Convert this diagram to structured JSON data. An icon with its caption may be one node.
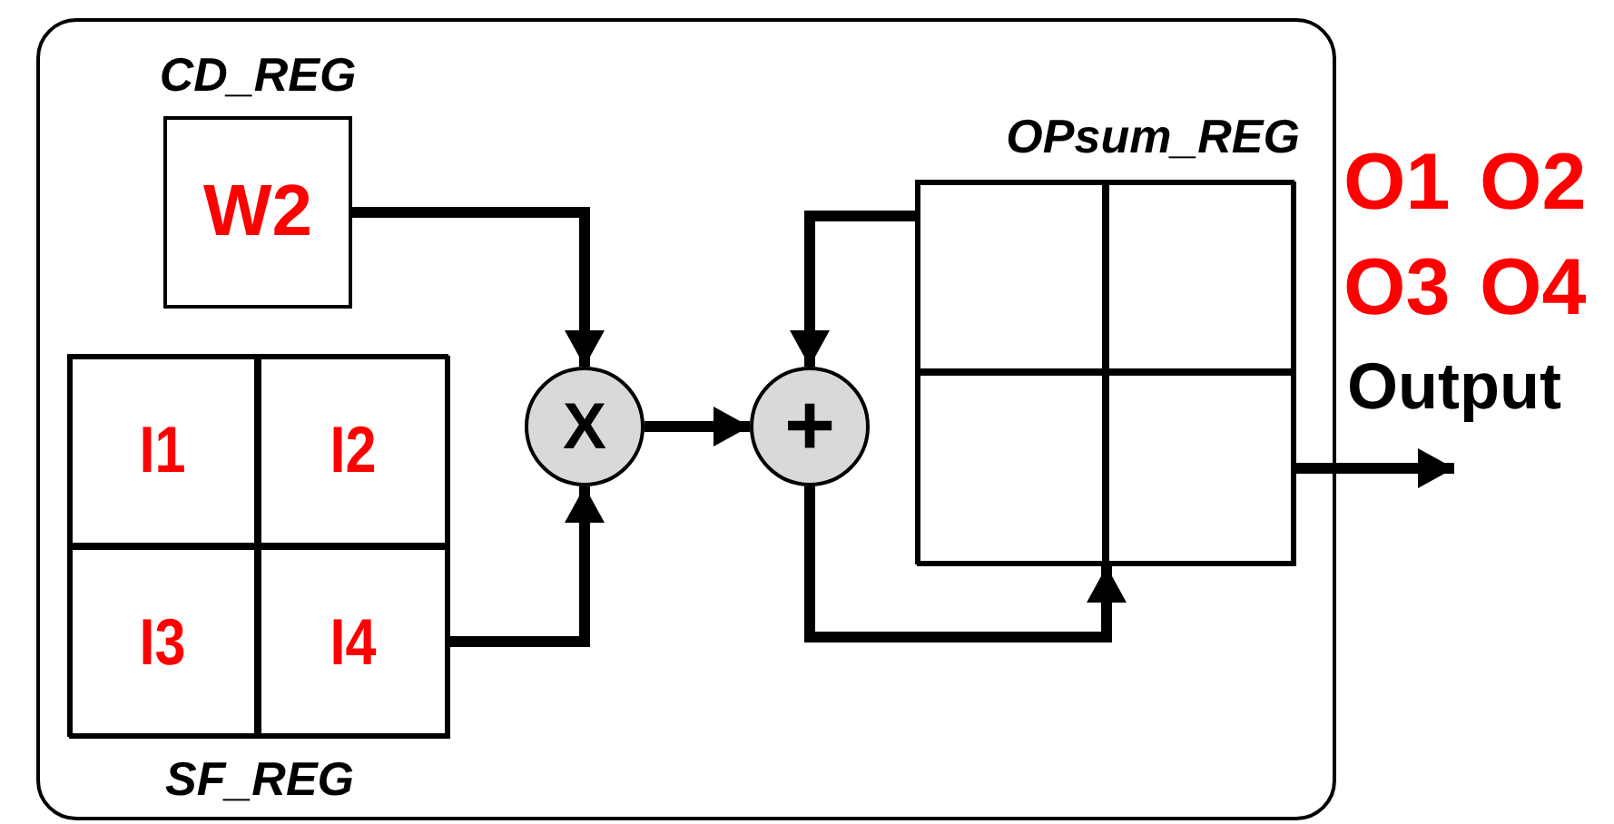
{
  "diagram": {
    "nodes": [
      {
        "text": [],
        "shape": "box"
      },
      {
        "text": [
          "CD_REG",
          "W2"
        ],
        "in": 0
      },
      {
        "text": [
          "SF_REG"
        ],
        "in": 0
      },
      {
        "text": [
          "I1"
        ],
        "in": 2
      },
      {
        "text": [
          "I2"
        ],
        "in": 2
      },
      {
        "text": [
          "I3"
        ],
        "in": 2
      },
      {
        "text": [
          "I4"
        ],
        "in": 2
      },
      {
        "text": [
          "X"
        ],
        "in": 0
      },
      {
        "text": [
          "+"
        ],
        "in": 0
      },
      {
        "text": [
          "OPsum_REG"
        ],
        "in": 0
      },
      {
        "text": [],
        "shape": "box",
        "in": 9
      },
      {
        "text": [],
        "shape": "box",
        "in": 9
      },
      {
        "text": [],
        "shape": "box",
        "in": 9
      },
      {
        "text": [],
        "shape": "box",
        "in": 9
      }
    ],
    "edges": [
      {
        "from": 1,
        "to": 7,
        "arrow": "to"
      },
      {
        "from": 6,
        "to": 7,
        "arrow": "to"
      },
      {
        "from": 7,
        "to": 8,
        "arrow": "to"
      },
      {
        "from": 10,
        "to": 8,
        "arrow": "to"
      },
      {
        "from": 8,
        "to": 9,
        "arrow": "to"
      },
      {
        "from": 9,
        "to": null,
        "arrow": "to"
      }
    ],
    "labels": [
      "O1",
      "O2",
      "O3",
      "O4",
      "Output"
    ]
  }
}
